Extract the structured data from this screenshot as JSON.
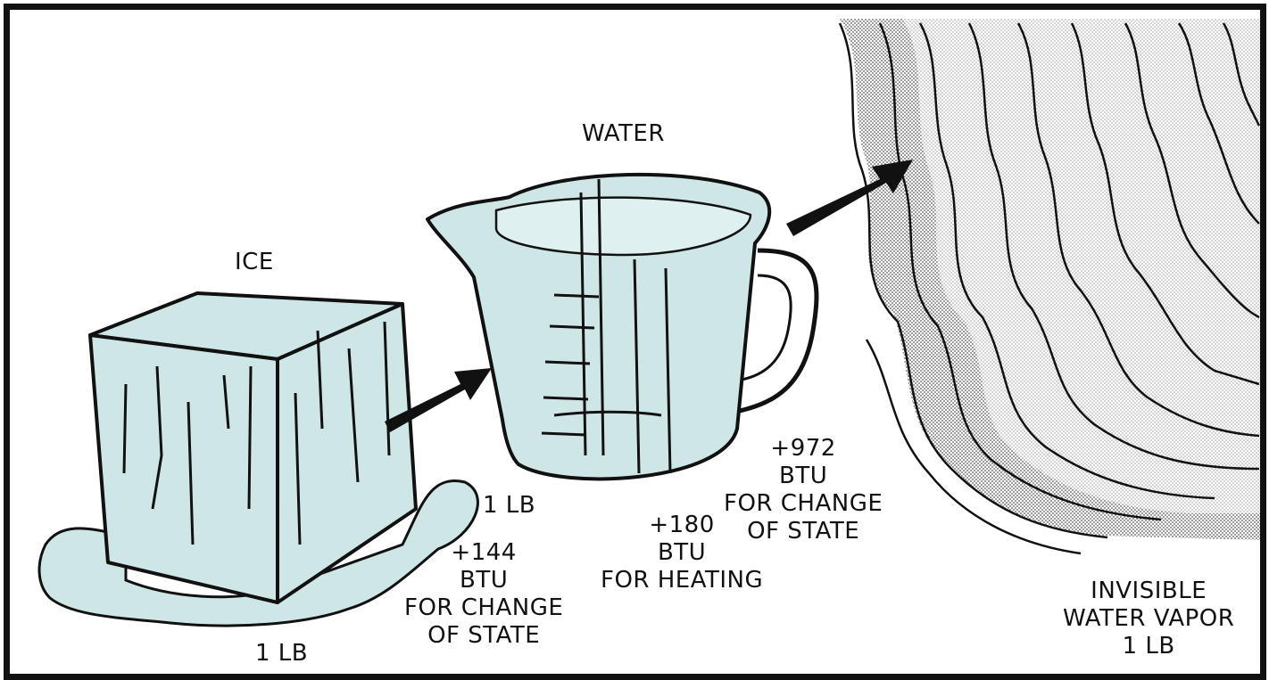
{
  "labels": {
    "ice": "ICE",
    "water": "WATER",
    "ice_weight": "1 LB",
    "water_weight": "1 LB",
    "melt_energy": [
      "+144",
      "BTU",
      "FOR CHANGE",
      "OF STATE"
    ],
    "heating_energy": [
      "+180",
      "BTU",
      "FOR HEATING"
    ],
    "vaporize_energy": [
      "+972",
      "BTU",
      "FOR CHANGE",
      "OF STATE"
    ],
    "vapor": [
      "INVISIBLE",
      "WATER VAPOR",
      "1 LB"
    ]
  },
  "colors": {
    "ice_fill": "#cfe6e6",
    "water_fill": "#cfe6e6",
    "ink": "#111111",
    "vapor_shade": "#9a9a9a"
  },
  "icons": [
    "ice-block",
    "measuring-cup",
    "vapor-cloud",
    "arrow"
  ]
}
